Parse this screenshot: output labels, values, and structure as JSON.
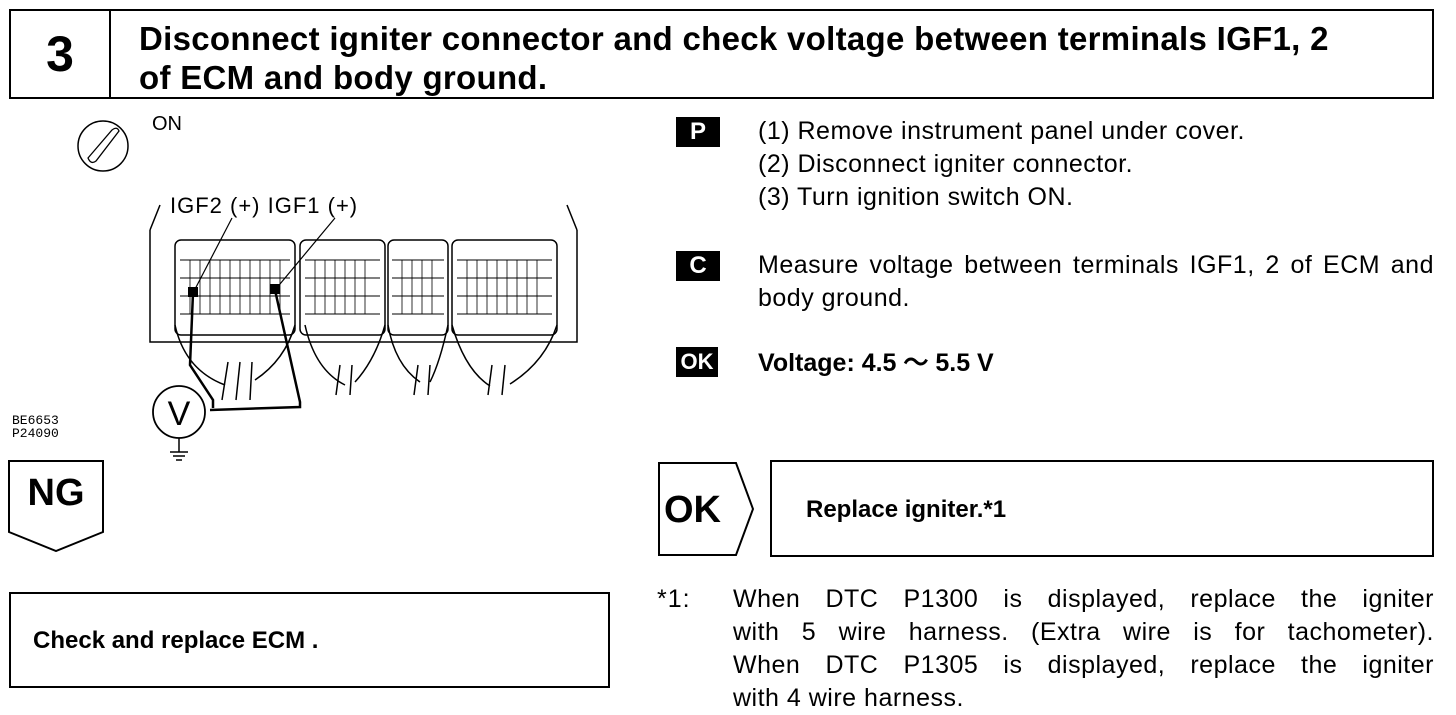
{
  "step": {
    "number": "3",
    "title_line1": "Disconnect igniter connector and check voltage between terminals IGF1, 2",
    "title_line2": "of ECM and body ground."
  },
  "diagram": {
    "switch_label": "ON",
    "terminal_label": "IGF2 (+) IGF1 (+)",
    "meter_symbol": "V",
    "code_line1": "BE6653",
    "code_line2": "P24090"
  },
  "procedure": {
    "tag": "P",
    "steps": [
      "(1) Remove instrument panel under cover.",
      "(2) Disconnect igniter connector.",
      "(3) Turn ignition switch ON."
    ]
  },
  "check": {
    "tag": "C",
    "text": "Measure voltage between terminals IGF1, 2 of ECM and body ground."
  },
  "ok_spec": {
    "tag": "OK",
    "text": "Voltage:   4.5 ～ 5.5 V"
  },
  "ng_branch": {
    "label": "NG",
    "action": "Check and replace ECM ."
  },
  "ok_branch": {
    "label": "OK",
    "action": "Replace igniter.*1"
  },
  "footnote": {
    "mark": "*1:",
    "lines": [
      "When DTC P1300 is displayed, replace the igniter",
      "with 5 wire harness. (Extra wire is for tachometer).",
      "When DTC P1305 is displayed, replace the igniter",
      "with 4 wire harness."
    ]
  }
}
